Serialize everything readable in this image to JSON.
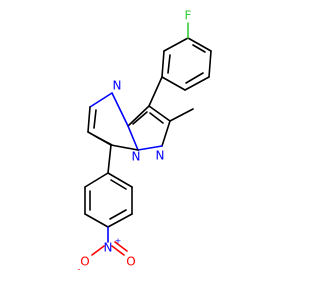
{
  "colors": {
    "carbon_bond": "#000000",
    "nitrogen": "#0000ff",
    "oxygen": "#ff0000",
    "fluorine": "#33cc33"
  },
  "atoms": {
    "fluorine": "F",
    "nitrogen_ring": "N",
    "nitrogen_ring_2": "N",
    "nitrogen_ring_3": "N",
    "nitro_nitrogen": "N",
    "nitro_plus": "+",
    "nitro_oxygen_left": "O",
    "nitro_oxygen_minus": "-",
    "nitro_oxygen_right": "O"
  }
}
